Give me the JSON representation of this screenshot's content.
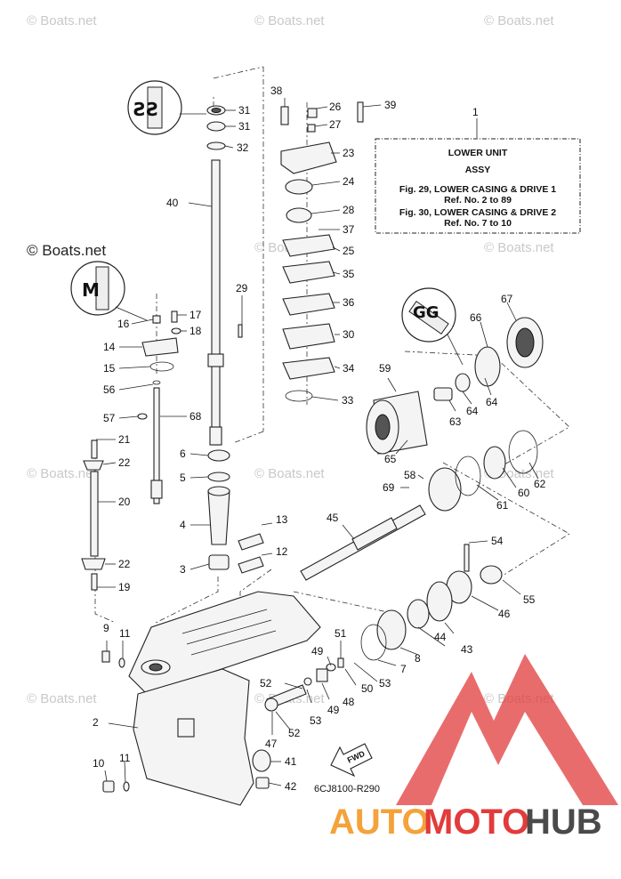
{
  "watermarks": {
    "site": "© Boats.net"
  },
  "info_box": {
    "callout": "1",
    "title": "LOWER UNIT",
    "subtitle": "ASSY",
    "fig29": "Fig. 29, LOWER CASING & DRIVE 1",
    "fig29_ref": "Ref. No. 2 to 89",
    "fig30": "Fig. 30, LOWER CASING & DRIVE 2",
    "fig30_ref": "Ref. No. 7 to 10"
  },
  "fwd_label": "FWD",
  "reference_code": "6CJ8100-R290",
  "logo": {
    "text_part1": "AUTO",
    "text_part2": "MOTO",
    "text_part3": "HUB",
    "color_red": "#e23b3b",
    "color_orange": "#f4a23a",
    "color_grey": "#4a4a4a"
  },
  "callouts": [
    "31",
    "31",
    "32",
    "40",
    "38",
    "26",
    "27",
    "39",
    "23",
    "24",
    "28",
    "37",
    "25",
    "35",
    "36",
    "30",
    "34",
    "33",
    "29",
    "16",
    "17",
    "18",
    "14",
    "15",
    "56",
    "57",
    "68",
    "21",
    "22",
    "20",
    "22",
    "19",
    "6",
    "5",
    "4",
    "13",
    "12",
    "3",
    "67",
    "66",
    "59",
    "63",
    "64",
    "64",
    "65",
    "58",
    "69",
    "60",
    "62",
    "61",
    "45",
    "54",
    "55",
    "46",
    "44",
    "43",
    "8",
    "7",
    "51",
    "49",
    "50",
    "53",
    "52",
    "48",
    "49",
    "53",
    "52",
    "47",
    "41",
    "42",
    "9",
    "11",
    "10",
    "11",
    "2"
  ]
}
